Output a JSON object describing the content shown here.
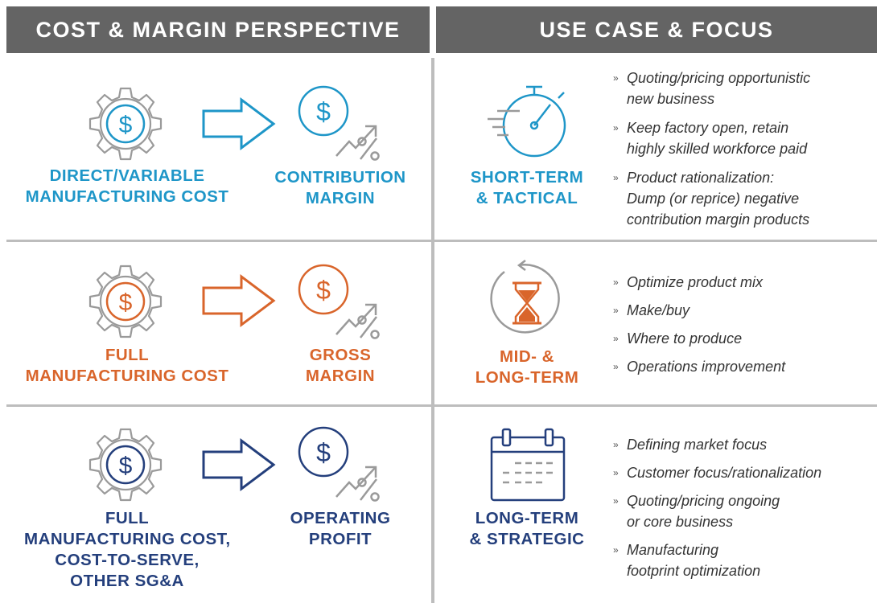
{
  "headers": {
    "left": "COST & MARGIN PERSPECTIVE",
    "right": "USE CASE & FOCUS"
  },
  "colors": {
    "row1": "#1e96c8",
    "row2": "#d9652b",
    "row3": "#243f7c",
    "header_bg": "#646464",
    "gray_icon": "#9a9a9a"
  },
  "rows": [
    {
      "cost": [
        "DIRECT/VARIABLE",
        "MANUFACTURING COST"
      ],
      "margin": [
        "CONTRIBUTION",
        "MARGIN"
      ],
      "horizon": [
        "SHORT-TERM",
        "& TACTICAL"
      ],
      "horizon_icon": "stopwatch-icon",
      "bullets": [
        [
          "Quoting/pricing opportunistic",
          "new business"
        ],
        [
          "Keep factory open, retain",
          "highly skilled workforce paid"
        ],
        [
          "Product rationalization:",
          "Dump (or reprice) negative",
          "contribution margin products"
        ]
      ]
    },
    {
      "cost": [
        "FULL",
        "MANUFACTURING COST"
      ],
      "margin": [
        "GROSS",
        "MARGIN"
      ],
      "horizon": [
        "MID- &",
        "LONG-TERM"
      ],
      "horizon_icon": "hourglass-icon",
      "bullets": [
        [
          "Optimize product mix"
        ],
        [
          "Make/buy"
        ],
        [
          "Where to produce"
        ],
        [
          "Operations improvement"
        ]
      ]
    },
    {
      "cost": [
        "FULL",
        "MANUFACTURING COST,",
        "COST-TO-SERVE,",
        "OTHER SG&A"
      ],
      "margin": [
        "OPERATING",
        "PROFIT"
      ],
      "horizon": [
        "LONG-TERM",
        "& STRATEGIC"
      ],
      "horizon_icon": "calendar-icon",
      "bullets": [
        [
          "Defining market focus"
        ],
        [
          "Customer focus/rationalization"
        ],
        [
          "Quoting/pricing ongoing",
          "or core business"
        ],
        [
          "Manufacturing",
          "footprint optimization"
        ]
      ]
    }
  ]
}
